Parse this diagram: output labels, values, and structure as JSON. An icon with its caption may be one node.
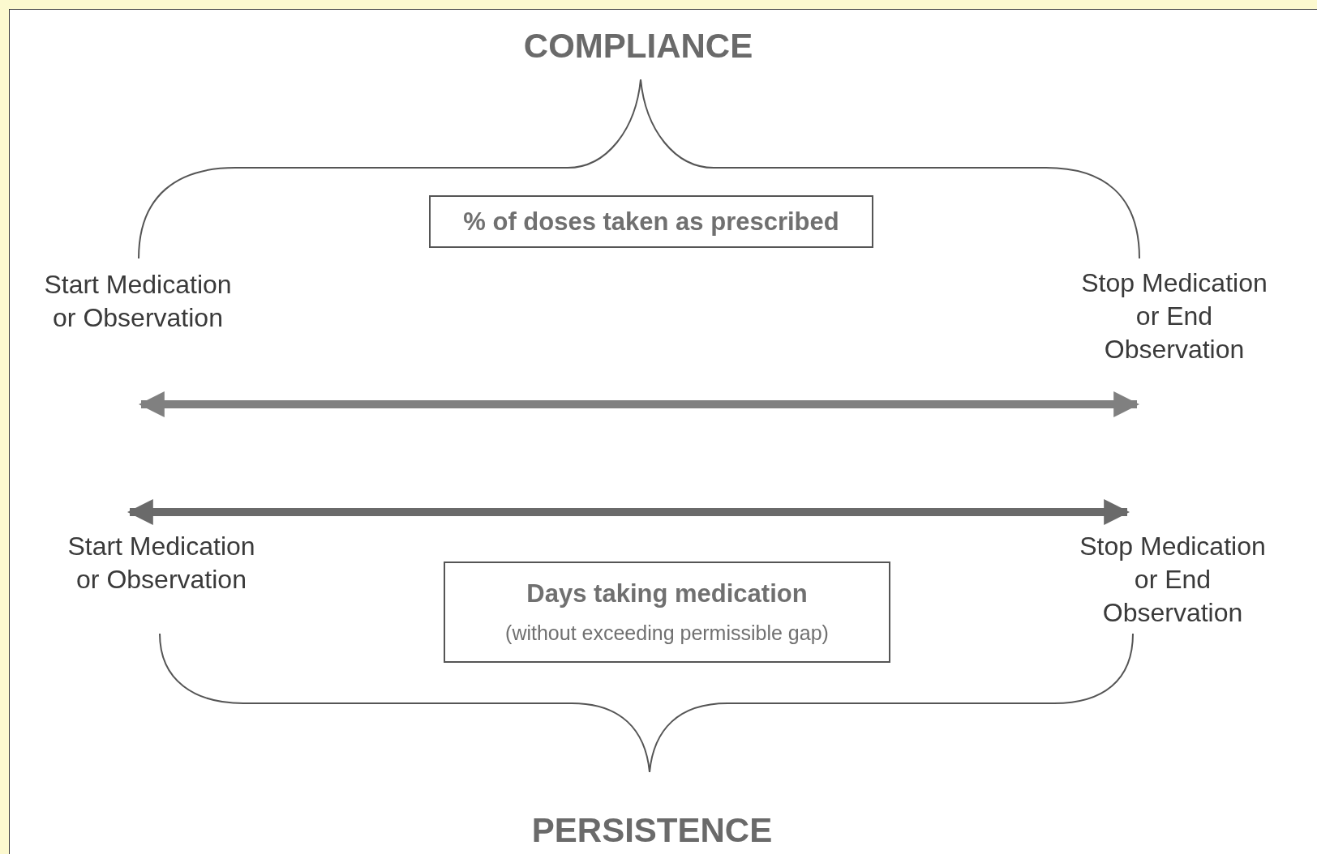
{
  "diagram": {
    "nodes": [
      {
        "text": [
          "% of doses taken as prescribed"
        ]
      },
      {
        "text": [
          "Days taking medication",
          "(without exceeding permissible gap)"
        ]
      }
    ],
    "labels": [
      "COMPLIANCE",
      "Start Medication or Observation",
      "Stop Medication or End Observation",
      "Start Medication or Observation",
      "Stop Medication or End Observation",
      "PERSISTENCE"
    ]
  }
}
